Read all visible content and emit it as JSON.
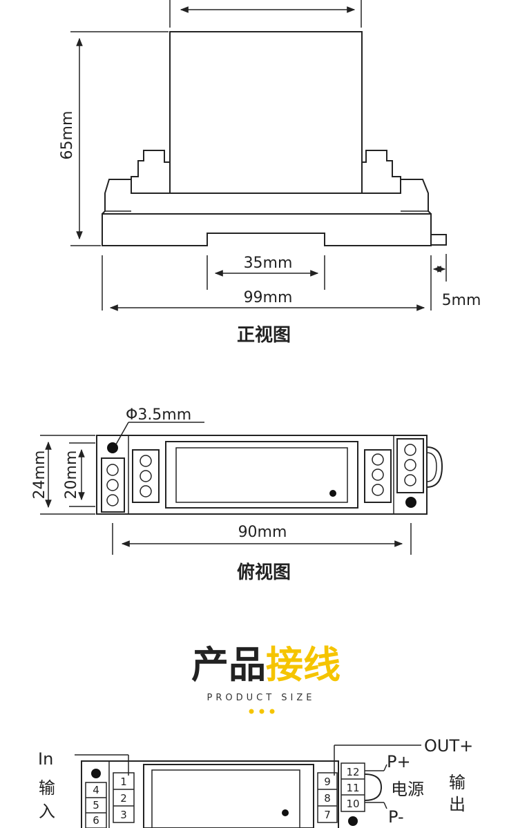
{
  "front_view": {
    "height_label": "65mm",
    "rail_label": "35mm",
    "width_label": "99mm",
    "tab_label": "5mm",
    "caption": "正视图"
  },
  "top_view": {
    "hole_label": "Φ3.5mm",
    "outer_height_label": "24mm",
    "inner_height_label": "20mm",
    "width_label": "90mm",
    "caption": "俯视图"
  },
  "wiring": {
    "title_dark": "产品",
    "title_accent": "接线",
    "subtitle": "PRODUCT SIZE",
    "accent_color": "#f5c400",
    "in_label": "In",
    "input_label_1": "输",
    "input_label_2": "入",
    "out_plus_label": "OUT+",
    "p_plus_label": "P+",
    "power_label": "电源",
    "p_minus_label": "P-",
    "output_label_1": "输",
    "output_label_2": "出",
    "left_terminals": [
      "4",
      "5",
      "6"
    ],
    "left_inner_terminals": [
      "1",
      "2",
      "3"
    ],
    "right_inner_terminals": [
      "9",
      "8",
      "7"
    ],
    "right_terminals": [
      "12",
      "11",
      "10"
    ]
  }
}
